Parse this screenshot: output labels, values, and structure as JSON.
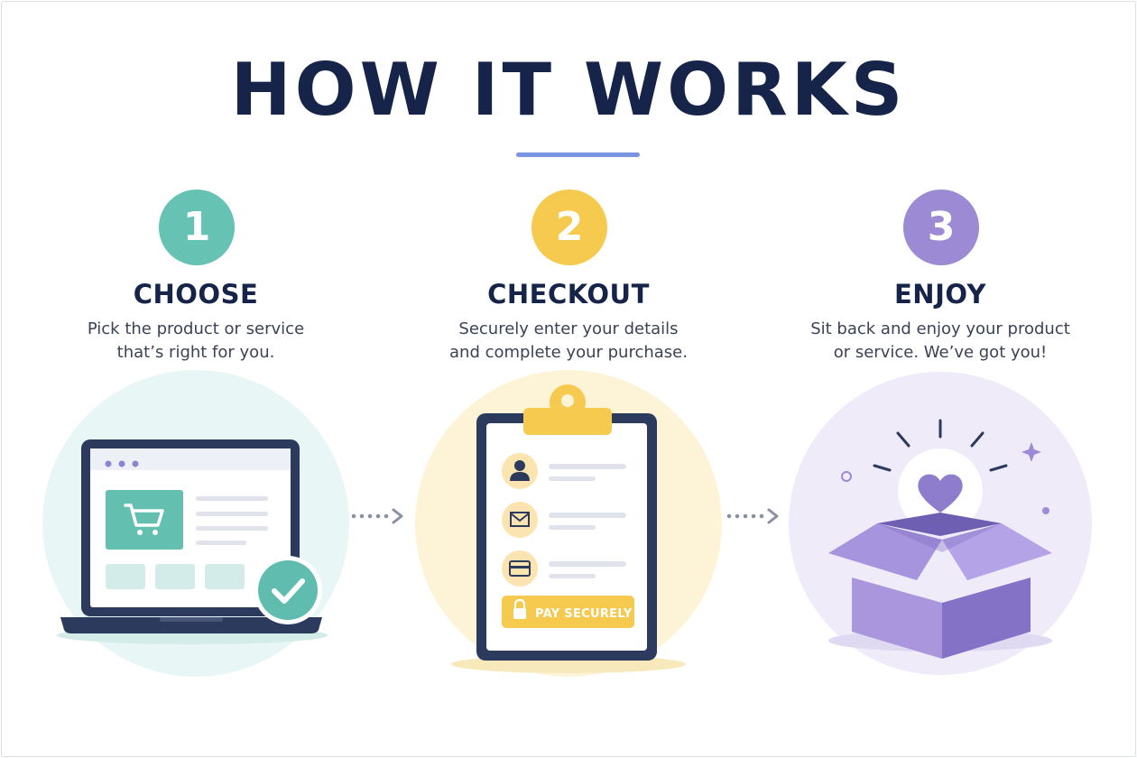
{
  "title": "HOW IT WORKS",
  "colors": {
    "navy": "#16244a",
    "accent_line": "#7b93e3",
    "step1": "#66c2b3",
    "step2": "#f6c94f",
    "step3": "#9d8ad4"
  },
  "steps": [
    {
      "number": "1",
      "title": "CHOOSE",
      "description_line1": "Pick the product or service",
      "description_line2": "that’s right for you.",
      "icon": "laptop-shopping-cart-icon"
    },
    {
      "number": "2",
      "title": "CHECKOUT",
      "description_line1": "Securely enter your details",
      "description_line2": "and complete your purchase.",
      "icon": "clipboard-checkout-icon",
      "pay_button_label": "PAY SECURELY"
    },
    {
      "number": "3",
      "title": "ENJOY",
      "description_line1": "Sit back and enjoy your product",
      "description_line2": "or service. We’ve got you!",
      "icon": "open-box-heart-icon"
    }
  ]
}
